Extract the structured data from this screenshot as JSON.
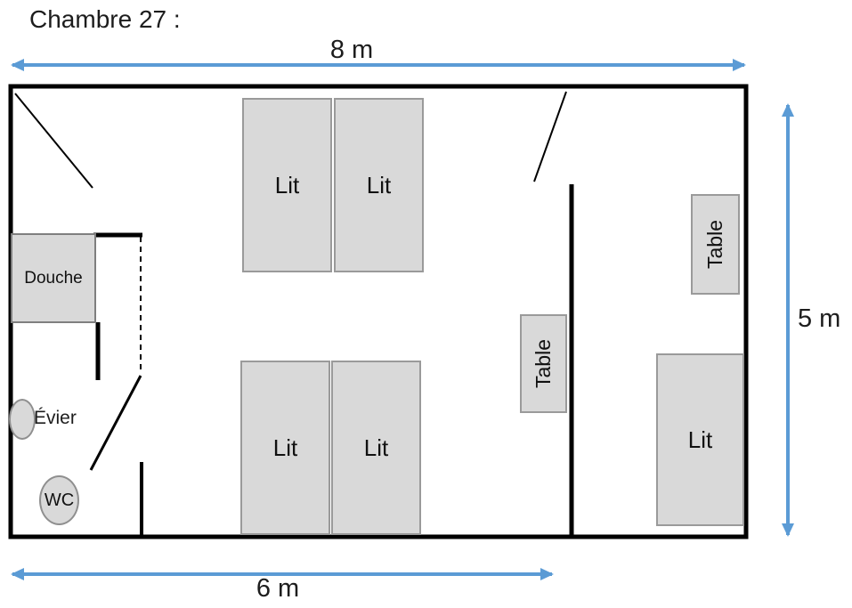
{
  "title": "Chambre 27 :",
  "dimensions": {
    "top": "8 m",
    "right": "5 m",
    "bottom": "6 m"
  },
  "furniture": {
    "bed_top_left": "Lit",
    "bed_top_right": "Lit",
    "bed_bottom_left": "Lit",
    "bed_bottom_right": "Lit",
    "bed_right": "Lit",
    "table_middle": "Table",
    "table_right": "Table",
    "shower": "Douche",
    "sink": "Évier",
    "toilet": "WC"
  },
  "colors": {
    "arrow": "#5b9bd5",
    "furniture_fill": "#d9d9d9",
    "furniture_border": "#9a9a9a",
    "wall": "#000000"
  }
}
